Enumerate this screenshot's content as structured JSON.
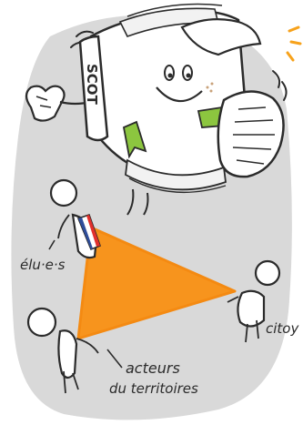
{
  "book_label": "SCOT",
  "labels": {
    "elus": "élu·e·s",
    "citoyens": "citoy",
    "acteurs_line1": "acteurs",
    "acteurs_line2": "du territoires"
  },
  "colors": {
    "background_blob": "#d9d9d9",
    "triangle": "#f7941d",
    "triangle_shade": "#f48a12",
    "bookmark": "#8cc63f",
    "accent": "#f7a21b",
    "flag_blue": "#2e4d9b",
    "flag_red": "#e2302b",
    "ink": "#2b2b2b"
  },
  "icons": [
    "scot-book-character",
    "elu-figure",
    "citoyen-figure",
    "acteur-figure",
    "motion-lines"
  ]
}
